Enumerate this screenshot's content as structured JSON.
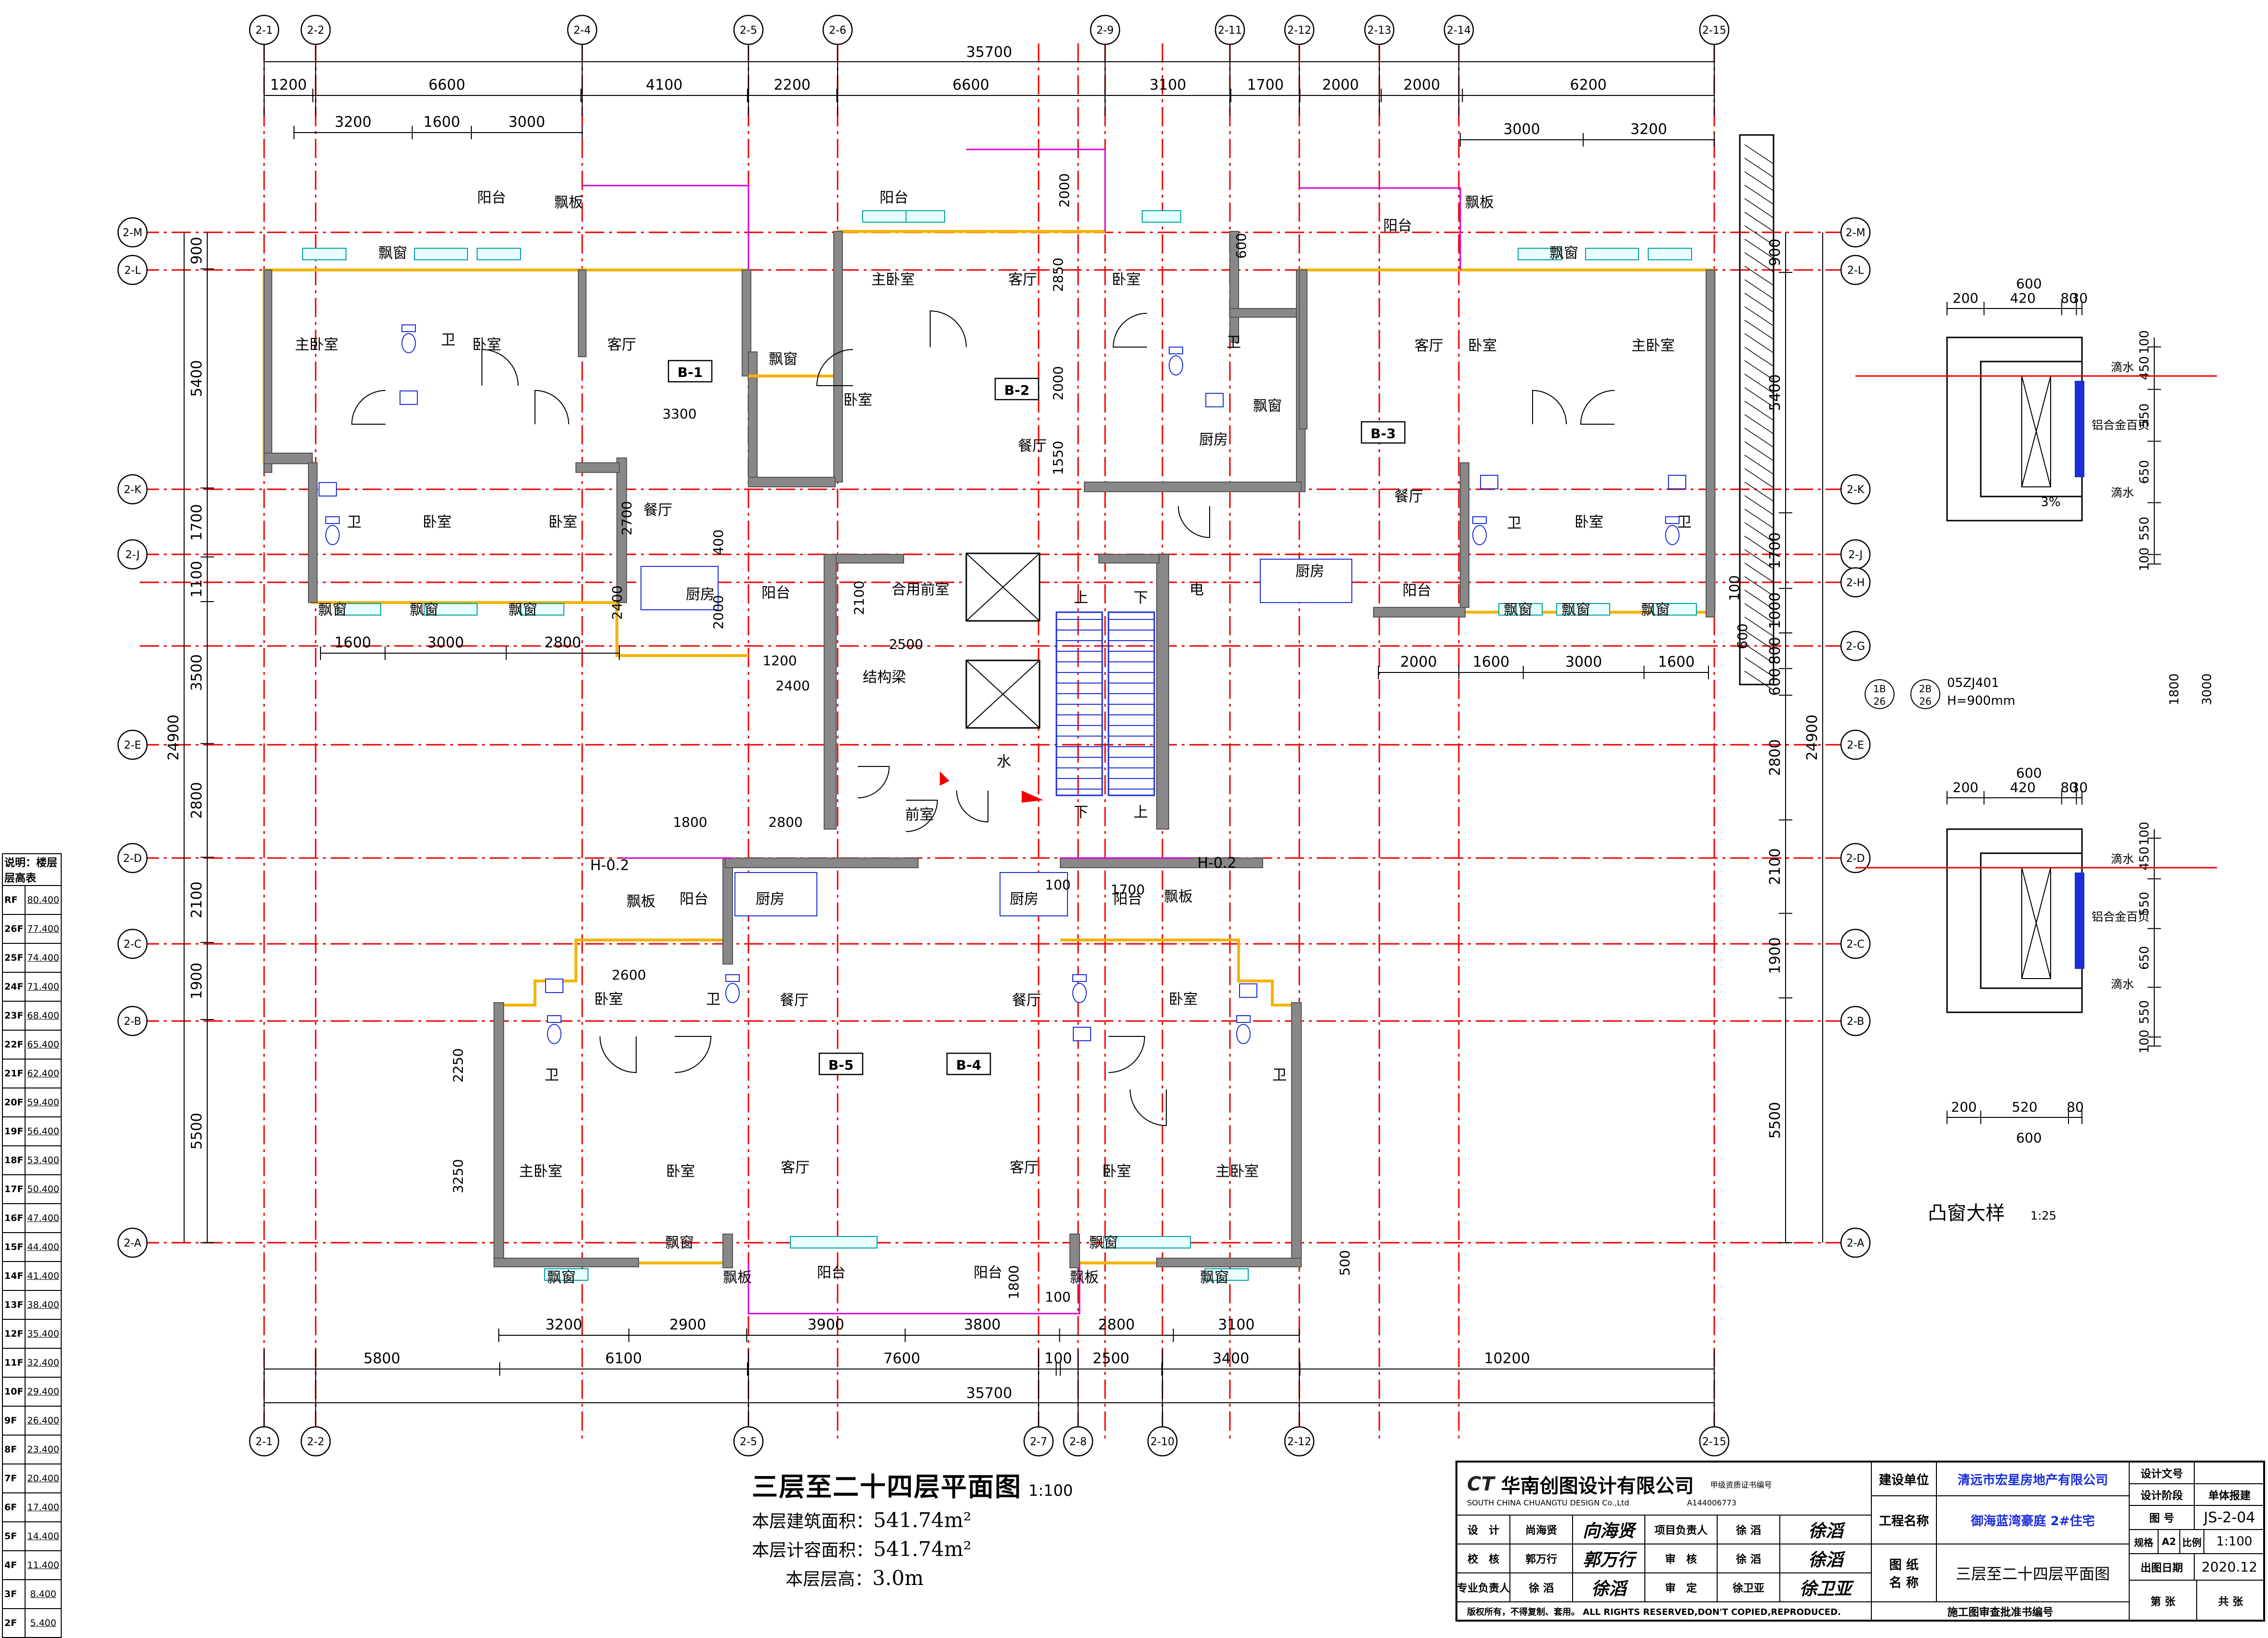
{
  "drawing": {
    "grid_top": [
      "2-1",
      "2-2",
      "2-4",
      "2-5",
      "2-6",
      "2-9",
      "2-11",
      "2-12",
      "2-13",
      "2-14",
      "2-15"
    ],
    "grid_bottom": [
      "2-1",
      "2-2",
      "2-5",
      "2-7",
      "2-8",
      "2-10",
      "2-12",
      "2-15"
    ],
    "grid_left": [
      "2-M",
      "2-L",
      "2-K",
      "2-J",
      "2-E",
      "2-D",
      "2-C",
      "2-B",
      "2-A"
    ],
    "grid_right": [
      "2-M",
      "2-L",
      "2-K",
      "2-J",
      "2-H",
      "2-G",
      "2-E",
      "2-D",
      "2-C",
      "2-B",
      "2-A"
    ],
    "dim_total": "35700",
    "dim_top_row1": [
      "1200",
      "6600",
      "4100",
      "2200",
      "6600",
      "3100",
      "1700",
      "2000",
      "2000",
      "6200"
    ],
    "dim_top_row2_left": [
      "3200",
      "1600",
      "3000"
    ],
    "dim_top_row2_right": [
      "3000",
      "3200"
    ],
    "dim_bottom_row1": [
      "3200",
      "2900",
      "3900",
      "3800",
      "2800",
      "3100"
    ],
    "dim_bottom_row2": [
      "5800",
      "6100",
      "7600",
      "100",
      "2500",
      "3400",
      "10200"
    ],
    "dim_left": [
      "900",
      "5400",
      "1700",
      "1100",
      "3500",
      "2800",
      "2100",
      "1900",
      "5500"
    ],
    "dim_left_total": "24900",
    "dim_right": [
      "900",
      "5400",
      "1700",
      "1000",
      "800",
      "600",
      "2800",
      "2100",
      "1900",
      "5500"
    ],
    "dim_right_total": "24900",
    "dim_mid_left_bottom": [
      "1600",
      "3000",
      "2800"
    ],
    "dim_mid_right_bottom": [
      "2000",
      "1600",
      "3000",
      "1600"
    ],
    "dim_misc": [
      "3300",
      "2700",
      "2400",
      "2000",
      "1200",
      "2400",
      "2500",
      "2100",
      "400",
      "2850",
      "2000",
      "1550",
      "1800",
      "2800",
      "2600",
      "2250",
      "3250",
      "100",
      "1700",
      "600",
      "500",
      "1800",
      "100",
      "2000",
      "600",
      "100"
    ],
    "units": [
      "B-1",
      "B-2",
      "B-3",
      "B-4",
      "B-5"
    ],
    "rooms": {
      "master_bedroom": "主卧室",
      "bedroom": "卧室",
      "living": "客厅",
      "dining": "餐厅",
      "kitchen": "厨房",
      "bath": "卫",
      "balcony": "阳台",
      "bay_window": "飘窗",
      "bay_board": "飘板",
      "shared_lobby": "合用前室",
      "lobby": "前室",
      "structure_beam": "结构梁",
      "water": "水",
      "elec": "电",
      "up": "上",
      "down": "下",
      "h_mark": "H-0.2"
    }
  },
  "detail": {
    "title": "凸窗大样",
    "scale": "1:25",
    "dims_top": [
      "600",
      "200",
      "420",
      "80",
      "30"
    ],
    "dims_bottom": [
      "200",
      "520",
      "80",
      "600"
    ],
    "dims_right": [
      "100",
      "450",
      "550",
      "650",
      "550",
      "100",
      "1800",
      "3000",
      "100",
      "450",
      "550",
      "650",
      "550",
      "100"
    ],
    "labels": [
      "滴水",
      "铝合金百页",
      "滴水"
    ],
    "note_ref1": "1B / 26",
    "note_ref2": "2B / 26",
    "note_spec": "05ZJ401",
    "note_h": "H=900mm",
    "pct": "3%"
  },
  "floor_table": {
    "header": "说明：楼层层高表",
    "rows": [
      [
        "RF",
        "80.400"
      ],
      [
        "26F",
        "77.400"
      ],
      [
        "25F",
        "74.400"
      ],
      [
        "24F",
        "71.400"
      ],
      [
        "23F",
        "68.400"
      ],
      [
        "22F",
        "65.400"
      ],
      [
        "21F",
        "62.400"
      ],
      [
        "20F",
        "59.400"
      ],
      [
        "19F",
        "56.400"
      ],
      [
        "18F",
        "53.400"
      ],
      [
        "17F",
        "50.400"
      ],
      [
        "16F",
        "47.400"
      ],
      [
        "15F",
        "44.400"
      ],
      [
        "14F",
        "41.400"
      ],
      [
        "13F",
        "38.400"
      ],
      [
        "12F",
        "35.400"
      ],
      [
        "11F",
        "32.400"
      ],
      [
        "10F",
        "29.400"
      ],
      [
        "9F",
        "26.400"
      ],
      [
        "8F",
        "23.400"
      ],
      [
        "7F",
        "20.400"
      ],
      [
        "6F",
        "17.400"
      ],
      [
        "5F",
        "14.400"
      ],
      [
        "4F",
        "11.400"
      ],
      [
        "3F",
        "8.400"
      ],
      [
        "2F",
        "5.400"
      ]
    ]
  },
  "plan_title": {
    "title": "三层至二十四层平面图",
    "scale": "1:100",
    "area_label": "本层建筑面积：",
    "area_value": "541.74m²",
    "far_label": "本层计容面积：",
    "far_value": "541.74m²",
    "height_label": "本层层高：",
    "height_value": "3.0m"
  },
  "title_block": {
    "company_cn": "华南创图设计有限公司",
    "company_en": "SOUTH CHINA CHUANGTU DESIGN Co.,Ltd",
    "cert_no": "A144006773",
    "cert_label": "甲级资质证书编号",
    "client_label": "建设单位",
    "client": "清远市宏星房地产有限公司",
    "project_label": "工程名称",
    "project": "御海蓝湾豪庭 2#住宅",
    "drawing_label1": "图 纸",
    "drawing_label2": "名 称",
    "drawing_name": "三层至二十四层平面图",
    "design_doc_label": "设计文号",
    "stage_label": "设计阶段",
    "stage": "单体报建",
    "sheet_label": "图 号",
    "sheet": "JS-2-04",
    "size_label": "规格",
    "size": "A2",
    "scale_label": "比例",
    "scale": "1:100",
    "date_label": "出图日期",
    "date": "2020.12",
    "page_label": "第 张",
    "total_label": "共 张",
    "review_label": "施工图审查批准书编号",
    "copyright": "版权所有，不得复制、套用。 ALL RIGHTS RESERVED,DON'T COPIED,REPRODUCED.",
    "roles": [
      {
        "role": "设　计",
        "name": "尚海贤",
        "sig": "向海贤",
        "role2": "项目负责人",
        "name2": "徐 滔",
        "sig2": "徐滔"
      },
      {
        "role": "校　核",
        "name": "郭万行",
        "sig": "郭万行",
        "role2": "审　核",
        "name2": "徐 滔",
        "sig2": "徐滔"
      },
      {
        "role": "专业负责人",
        "name": "徐 滔",
        "sig": "徐滔",
        "role2": "审　定",
        "name2": "徐卫亚",
        "sig2": "徐卫亚"
      }
    ]
  }
}
